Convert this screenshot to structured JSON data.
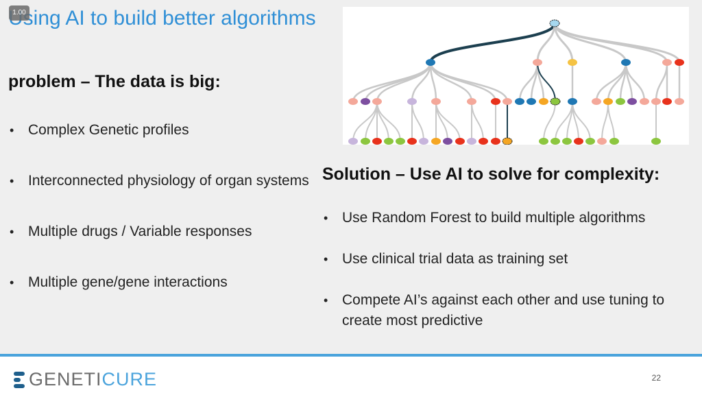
{
  "slide": {
    "badge": "1.00",
    "title": "Using AI to build better algorithms",
    "problem_heading": "problem – The data is big:",
    "problem_bullets": [
      "Complex Genetic profiles",
      "Interconnected physiology of organ systems",
      "Multiple drugs / Variable responses",
      "Multiple gene/gene interactions"
    ],
    "solution_heading": "Solution – Use AI to solve for complexity:",
    "solution_bullets": [
      "Use Random Forest to build multiple algorithms",
      "Use clinical trial data as training set",
      "Compete AI’s against each other and use tuning to create most predictive"
    ],
    "bullet_char": "•"
  },
  "tree": {
    "colors": {
      "salmon": "#f4a89a",
      "blue": "#1f78b4",
      "orange": "#f5a623",
      "green": "#8cc63f",
      "red": "#e8321c",
      "purple": "#7d4fa0",
      "lavender": "#c7b5dc",
      "lightblue": "#a6d8ef",
      "pink": "#f3b4c8",
      "yellow": "#f5c344",
      "edge": "#c8c8c8",
      "edge_dark": "#1c3f4f"
    }
  },
  "footer": {
    "logo_text_a": "GENETI",
    "logo_text_b": "CURE",
    "page_number": "22",
    "accent": "#4aa3dc"
  }
}
